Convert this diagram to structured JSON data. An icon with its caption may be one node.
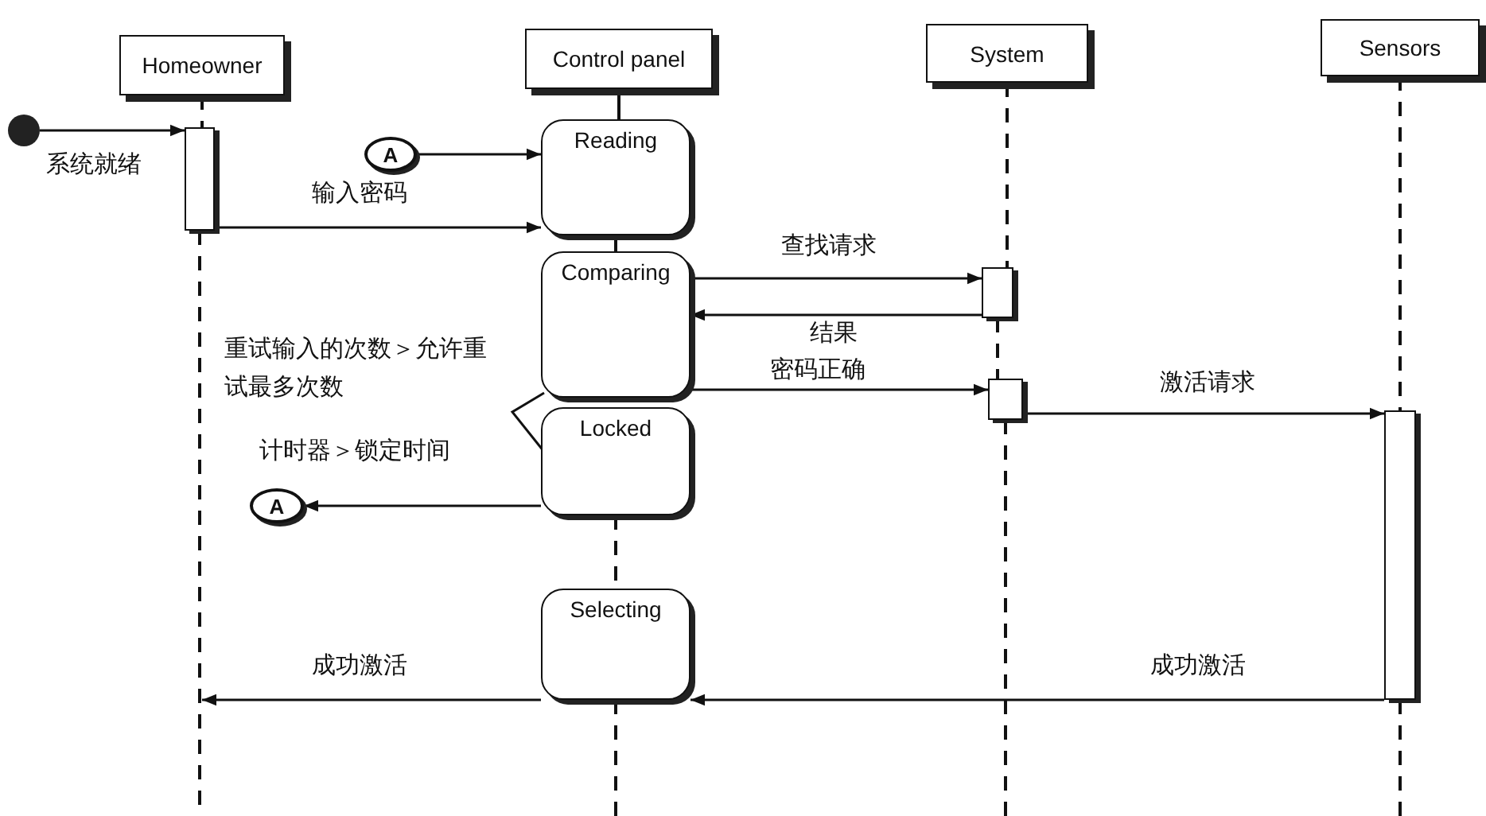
{
  "diagram": {
    "nodes": [
      {
        "text": [
          "Homeowner"
        ]
      },
      {
        "text": [
          "Control panel"
        ]
      },
      {
        "text": [
          "System"
        ]
      },
      {
        "text": [
          "Sensors"
        ]
      },
      {
        "text": [],
        "shape": "circle"
      },
      {
        "text": [],
        "shape": "bar"
      },
      {
        "text": [
          "Reading"
        ]
      },
      {
        "text": [
          "Comparing"
        ]
      },
      {
        "text": [
          "Locked"
        ]
      },
      {
        "text": [
          "Selecting"
        ]
      },
      {
        "text": [
          "A"
        ]
      },
      {
        "text": [
          "A"
        ]
      },
      {
        "text": [],
        "shape": "bar"
      },
      {
        "text": [],
        "shape": "bar"
      },
      {
        "text": [],
        "shape": "bar"
      }
    ],
    "edges": [
      {
        "from": 4,
        "to": 5,
        "arrow": "to",
        "label": "系统就绪"
      },
      {
        "from": 10,
        "to": 6,
        "arrow": "to"
      },
      {
        "from": 5,
        "to": 6,
        "arrow": "to",
        "label": "输入密码"
      },
      {
        "from": 7,
        "to": 12,
        "arrow": "to",
        "label": "查找请求"
      },
      {
        "from": 12,
        "to": 7,
        "arrow": "to",
        "label": "结果"
      },
      {
        "from": 7,
        "to": 13,
        "arrow": "to",
        "label": "密码正确"
      },
      {
        "from": 13,
        "to": 14,
        "arrow": "to",
        "label": "激活请求"
      },
      {
        "from": 7,
        "to": 8,
        "arrow": "none",
        "label": "重试输入的次数＞允许重试最多次数"
      },
      {
        "from": 8,
        "to": 11,
        "arrow": "to",
        "label": "计时器＞锁定时间"
      },
      {
        "from": 14,
        "to": 9,
        "arrow": "to",
        "label": "成功激活"
      },
      {
        "from": 9,
        "to": null,
        "arrow": "to",
        "label": "成功激活"
      },
      {
        "from": 0,
        "to": 5,
        "arrow": "none",
        "style": "dashed"
      },
      {
        "from": 5,
        "to": null,
        "arrow": "none",
        "style": "dashed"
      },
      {
        "from": 1,
        "to": 6,
        "arrow": "none"
      },
      {
        "from": 6,
        "to": 7,
        "arrow": "none"
      },
      {
        "from": 8,
        "to": 9,
        "arrow": "none",
        "style": "dashed"
      },
      {
        "from": 9,
        "to": null,
        "arrow": "none",
        "style": "dashed"
      },
      {
        "from": 2,
        "to": 12,
        "arrow": "none",
        "style": "dashed"
      },
      {
        "from": 12,
        "to": 13,
        "arrow": "none",
        "style": "dashed"
      },
      {
        "from": 13,
        "to": null,
        "arrow": "none",
        "style": "dashed"
      },
      {
        "from": 3,
        "to": 14,
        "arrow": "none",
        "style": "dashed"
      },
      {
        "from": 14,
        "to": null,
        "arrow": "none",
        "style": "dashed"
      }
    ]
  }
}
